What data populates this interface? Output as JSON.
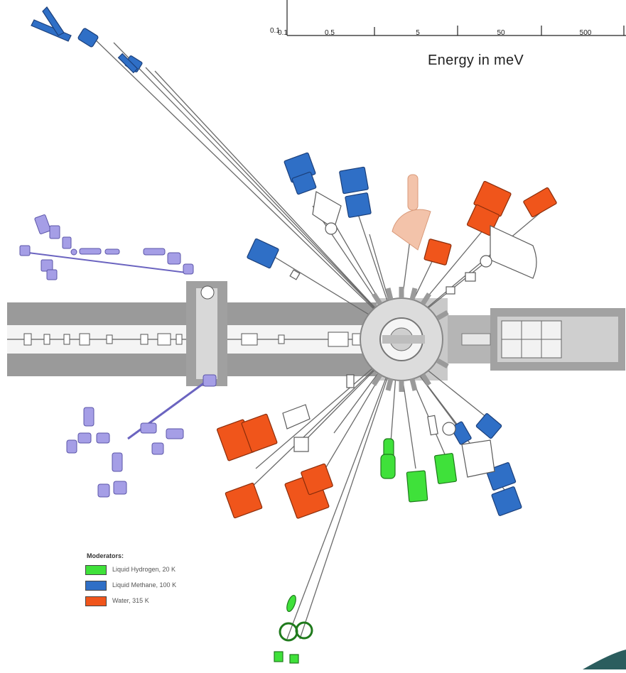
{
  "colors": {
    "hydrogen": "#3fe13a",
    "methane": "#2f6fc6",
    "water": "#f0551b",
    "plan_gray": "#9a9a9a",
    "lavender": "#a59ee6",
    "pink": "#f3c3aa"
  },
  "energy_axis": {
    "y_min_label": "0.1",
    "tick_labels": [
      "0.1",
      "0.5",
      "5",
      "50",
      "500"
    ],
    "x_title": "Energy in meV"
  },
  "legend": {
    "title": "Moderators:",
    "items": [
      {
        "label": "Liquid Hydrogen, 20 K",
        "color": "#3fe13a"
      },
      {
        "label": "Liquid Methane, 100 K",
        "color": "#2f6fc6"
      },
      {
        "label": "Water, 315 K",
        "color": "#f0551b"
      }
    ]
  }
}
